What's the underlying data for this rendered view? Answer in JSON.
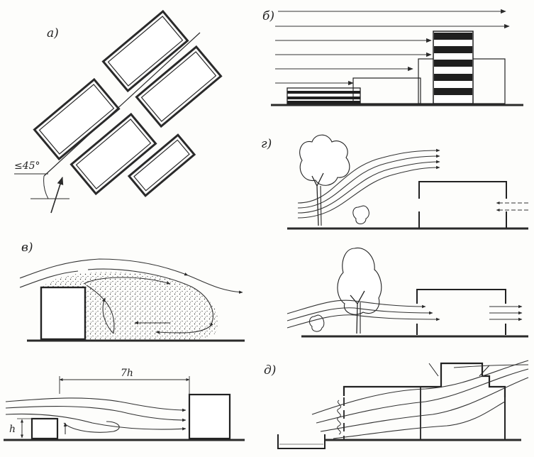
{
  "panels": {
    "a": {
      "label": "а)",
      "angle_text": "≤45°"
    },
    "b": {
      "label": "б)"
    },
    "v": {
      "label": "в)"
    },
    "g": {
      "label": "г)"
    },
    "d": {
      "label": "д)"
    },
    "wake": {
      "distance_text": "7h",
      "height_text": "h"
    }
  }
}
